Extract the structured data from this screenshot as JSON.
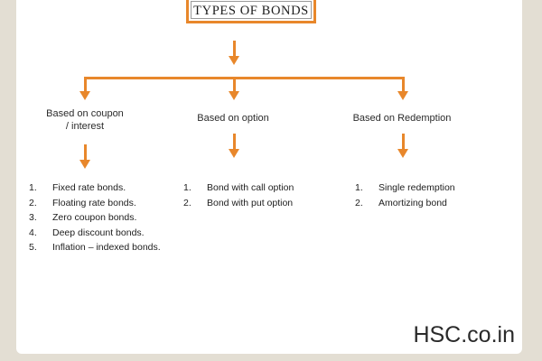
{
  "diagram": {
    "type": "tree",
    "title": "TYPES OF BONDS",
    "accent_color": "#e8872b",
    "page_background": "#ffffff",
    "canvas_background": "#e3ded3",
    "branches": [
      {
        "label": "Based on coupon\n/ interest",
        "items": [
          {
            "num": "1.",
            "text": "Fixed rate bonds."
          },
          {
            "num": "2.",
            "text": "Floating rate bonds."
          },
          {
            "num": "3.",
            "text": "Zero coupon bonds."
          },
          {
            "num": "4.",
            "text": "Deep discount bonds."
          },
          {
            "num": "5.",
            "text": "Inflation – indexed bonds."
          }
        ]
      },
      {
        "label": "Based on option",
        "items": [
          {
            "num": "1.",
            "text": "Bond with call option"
          },
          {
            "num": "2.",
            "text": "Bond with put option"
          }
        ]
      },
      {
        "label": "Based on Redemption",
        "items": [
          {
            "num": "1.",
            "text": "Single redemption"
          },
          {
            "num": "2.",
            "text": "Amortizing bond"
          }
        ]
      }
    ]
  },
  "watermark": {
    "text": "HSC.co.in"
  }
}
